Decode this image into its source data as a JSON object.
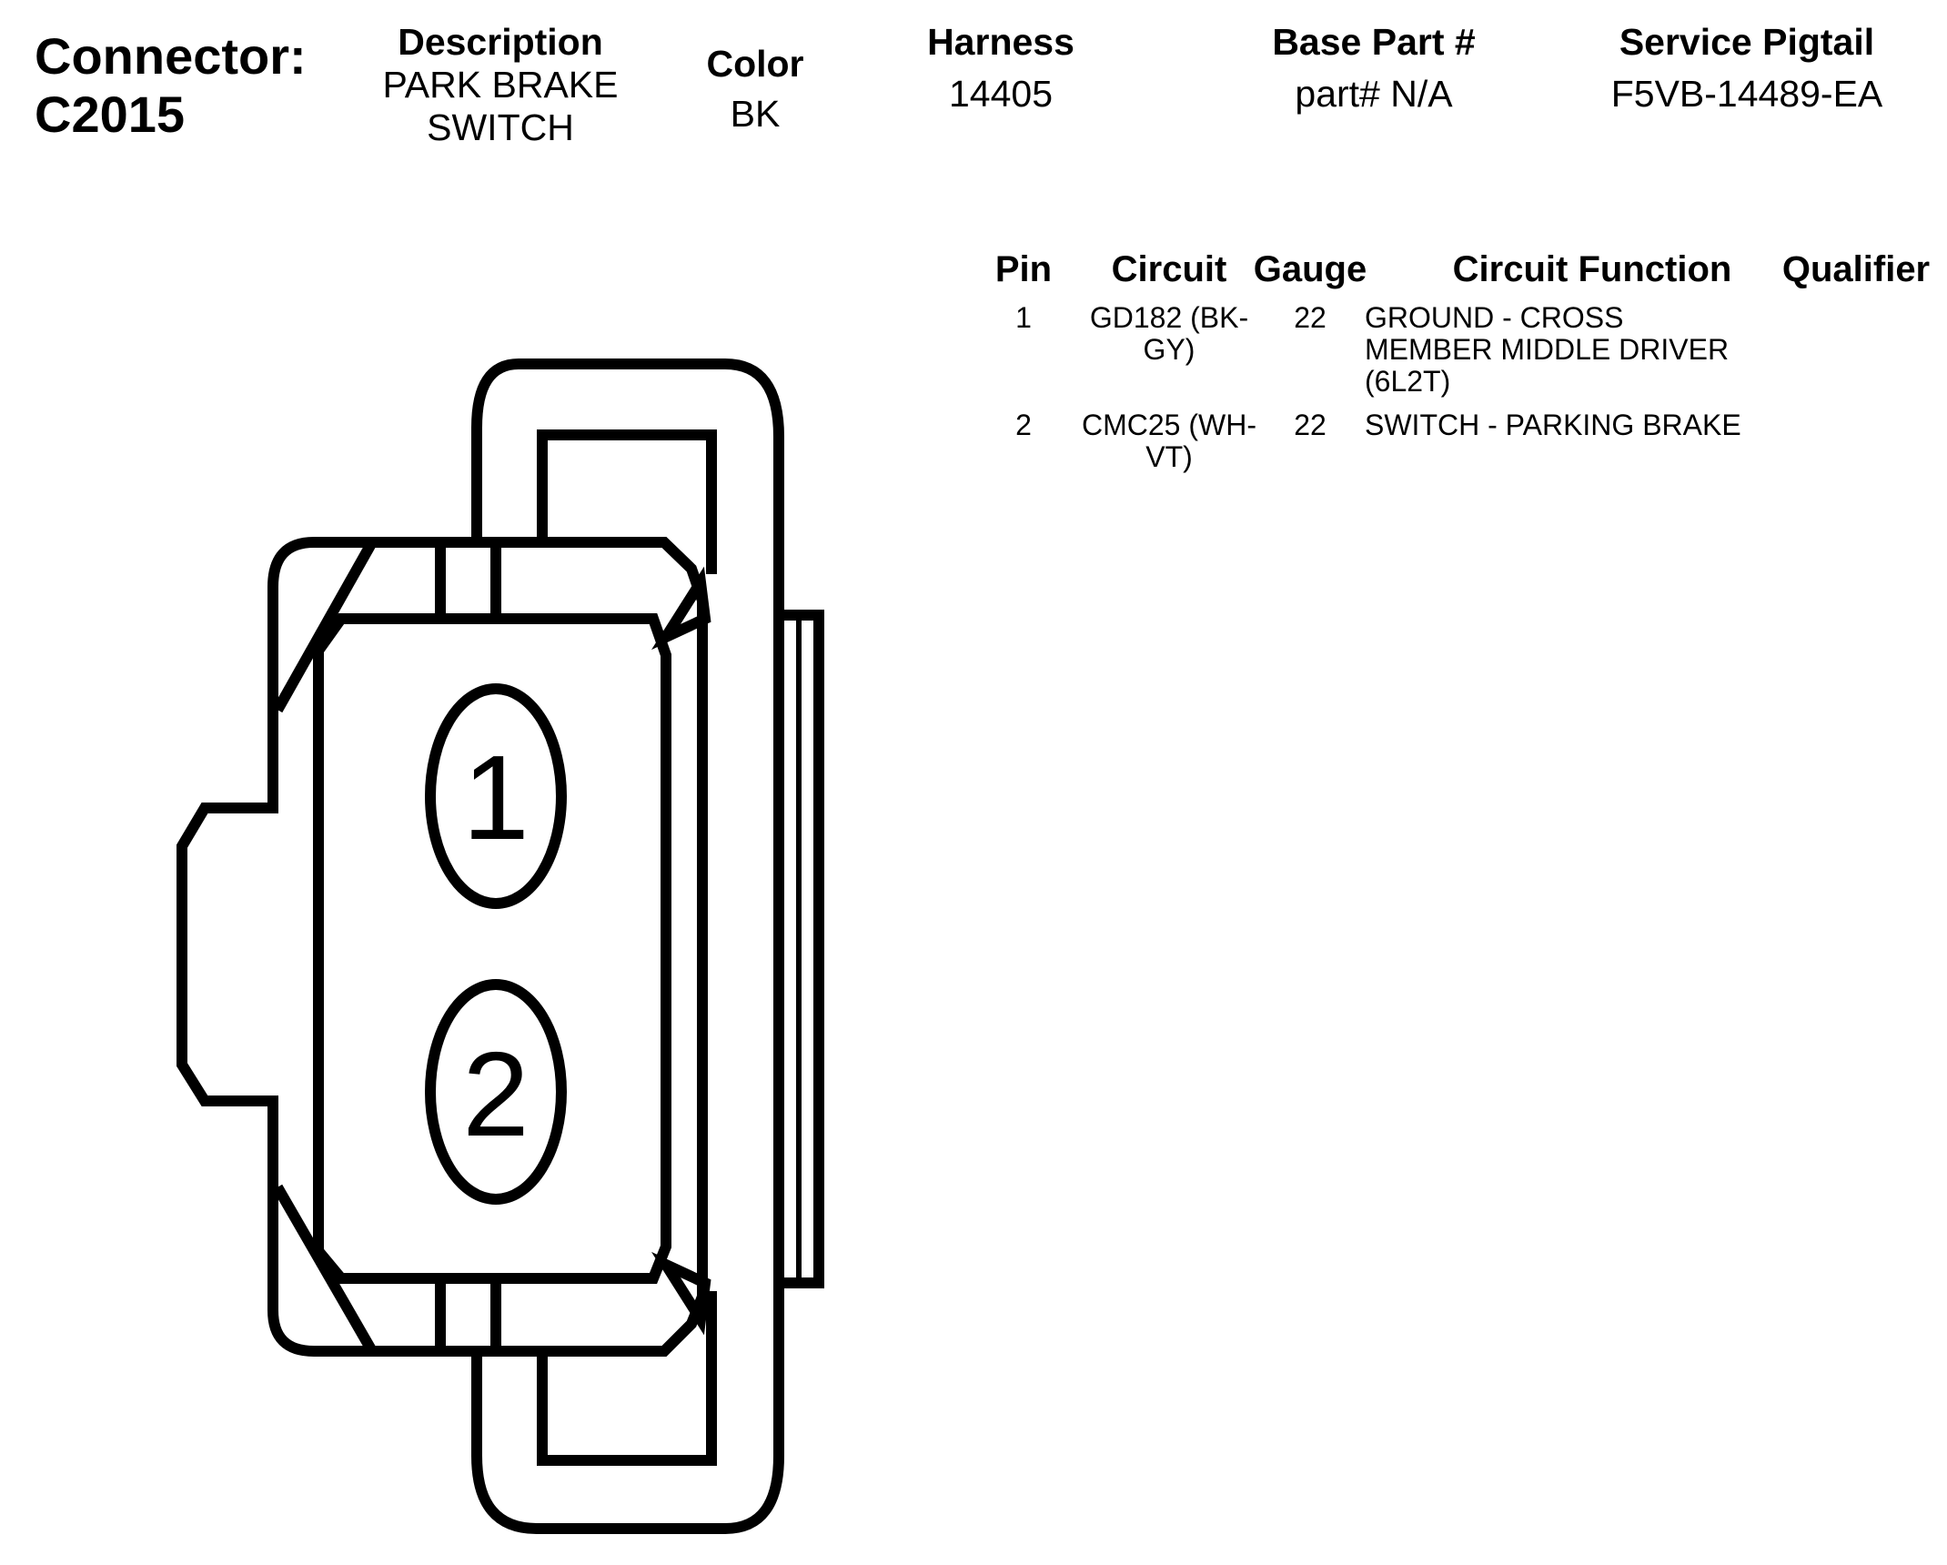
{
  "connector": {
    "label": "Connector:",
    "id": "C2015"
  },
  "header": {
    "description": {
      "heading": "Description",
      "value": "PARK BRAKE SWITCH"
    },
    "color": {
      "heading": "Color",
      "value": "BK"
    },
    "harness": {
      "heading": "Harness",
      "value": "14405"
    },
    "base_part": {
      "heading": "Base Part #",
      "value": "part# N/A"
    },
    "service_pigtail": {
      "heading": "Service Pigtail",
      "value": "F5VB-14489-EA"
    }
  },
  "pin_table": {
    "columns": [
      "Pin",
      "Circuit",
      "Gauge",
      "Circuit Function",
      "Qualifier"
    ],
    "rows": [
      {
        "pin": "1",
        "circuit": "GD182 (BK-GY)",
        "gauge": "22",
        "function": "GROUND - CROSS MEMBER MIDDLE DRIVER (6L2T)",
        "qualifier": ""
      },
      {
        "pin": "2",
        "circuit": "CMC25 (WH-VT)",
        "gauge": "22",
        "function": "SWITCH - PARKING BRAKE",
        "qualifier": ""
      }
    ]
  },
  "diagram": {
    "pin_labels": [
      "1",
      "2"
    ],
    "line_color": "#000000"
  }
}
